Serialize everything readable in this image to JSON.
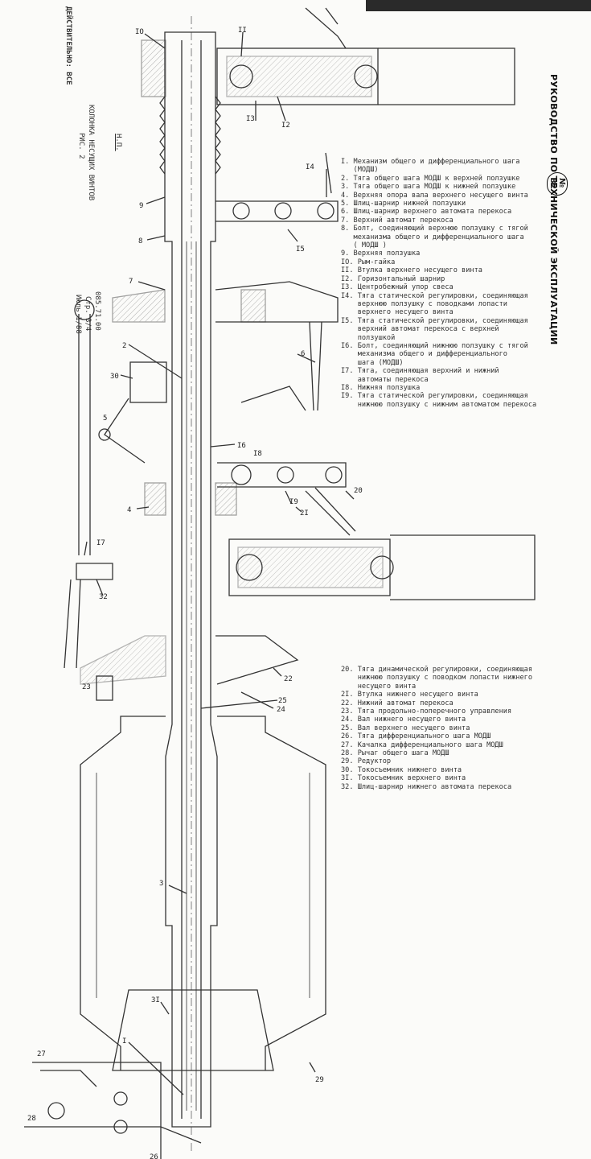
{
  "header": {
    "title": "РУКОВОДСТВО ПО ТЕХНИЧЕСКОЙ ЭКСПЛУАТАЦИИ",
    "badge": "№ 32"
  },
  "left_margin": {
    "effective": "ДЕЙСТВИТЕЛЬНО: ВСЕ",
    "caption_line1": "КОЛОНКА НЕСУЩИХ ВИНТОВ",
    "caption_line2": "РИС. 2",
    "hp": "Н.П.",
    "doc_line1": "085.71.00",
    "doc_line2": "Стр. 3/4",
    "doc_line3": "Июль 1/88"
  },
  "legend_top": [
    "I. Механизм общего и дифференциального шага",
    "   (МОДШ)",
    "2. Тяга общего шага МОДШ к верхней ползушке",
    "3. Тяга общего шага МОДШ к нижней ползушке",
    "4. Верхняя опора вала верхнего несущего винта",
    "5. Шлиц-шарнир нижней ползушки",
    "6. Шлиц-шарнир верхнего автомата перекоса",
    "7. Верхний автомат перекоса",
    "8. Болт, соединяющий верхнюю ползушку с тягой",
    "   механизма общего и дифференциального шага",
    "   ( МОДШ )",
    "9. Верхняя ползушка",
    "IO. Рым-гайка",
    "II. Втулка верхнего несущего винта",
    "I2. Горизонтальный шарнир",
    "I3. Центробежный упор свеса",
    "I4. Тяга статической регулировки, соединяющая",
    "    верхнюю ползушку с поводками лопасти",
    "    верхнего несущего винта",
    "I5. Тяга статической регулировки, соединяющая",
    "    верхний автомат перекоса с верхней",
    "    ползушкой",
    "I6. Болт, соединяющий нижнюю ползушку с тягой",
    "    механизма общего и дифференциального",
    "    шага (МОДШ)",
    "I7. Тяга, соединяющая верхний и нижний",
    "    автоматы перекоса",
    "I8. Нижняя ползушка",
    "I9. Тяга статической регулировки, соединяющая",
    "    нижнюю ползушку с нижним автоматом перекоса"
  ],
  "legend_bottom": [
    "20. Тяга динамической регулировки, соединяющая",
    "    нижнюю ползушку с поводком лопасти нижнего",
    "    несущего винта",
    "2I. Втулка нижнего несущего винта",
    "22. Нижний автомат перекоса",
    "23. Тяга продольно-поперечного управления",
    "24. Вал нижнего несущего винта",
    "25. Вал верхнего несущего винта",
    "26. Тяга дифференциального шага МОДШ",
    "27. Качалка дифференциального шага МОДШ",
    "28. Рычаг общего шага МОДШ",
    "29. Редуктор",
    "30. Токосъемник нижнего винта",
    "3I. Токосъемник верхнего винта",
    "32. Шлиц-шарнир нижнего автомата перекоса"
  ],
  "callouts": [
    "IO",
    "II",
    "I2",
    "I3",
    "I4",
    "I5",
    "9",
    "8",
    "7",
    "6",
    "2",
    "30",
    "5",
    "I6",
    "I8",
    "20",
    "I9",
    "2I",
    "4",
    "I7",
    "32",
    "22",
    "23",
    "24",
    "25",
    "3",
    "3I",
    "I",
    "27",
    "28",
    "26",
    "29"
  ]
}
